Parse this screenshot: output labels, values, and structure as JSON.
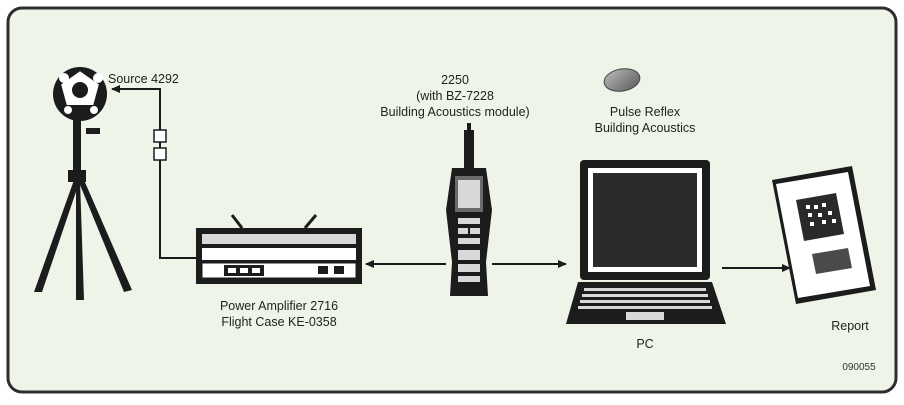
{
  "labels": {
    "source": "Source 4292",
    "analyzer_line1": "2250",
    "analyzer_line2": "(with BZ-7228",
    "analyzer_line3": "Building Acoustics module)",
    "software_line1": "Pulse Reflex",
    "software_line2": "Building Acoustics",
    "amp_line1": "Power Amplifier 2716",
    "amp_line2": "Flight Case KE-0358",
    "pc": "PC",
    "report": "Report",
    "figure_code": "090055"
  },
  "colors": {
    "panel_bg": "#eef4e7",
    "panel_border": "#2e2e2e",
    "device_dark": "#1c1c1c",
    "device_mid": "#6a6a6a",
    "device_light": "#d8d8d8",
    "arrow": "#1a1a1a"
  },
  "icons": [
    "dodecahedron-speaker-icon",
    "tripod-icon",
    "power-amplifier-icon",
    "sound-level-meter-icon",
    "laptop-icon",
    "software-disc-icon",
    "report-document-icon"
  ]
}
